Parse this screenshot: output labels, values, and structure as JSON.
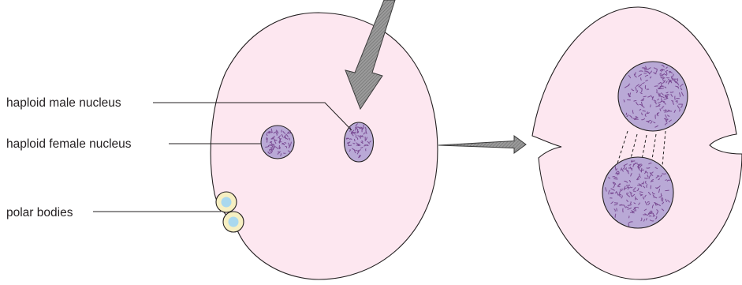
{
  "labels": {
    "male_nucleus": "haploid male nucleus",
    "female_nucleus": "haploid female nucleus",
    "polar_bodies": "polar bodies"
  },
  "colors": {
    "cytoplasm": "#fde7f0",
    "nucleus_fill": "#b9a9d6",
    "chromatin": "#7a4b93",
    "polar_body_ring": "#f6efc2",
    "polar_body_core": "#a9d8ee",
    "arrow_fill": "#8f8f8f",
    "outline": "#231f20"
  }
}
